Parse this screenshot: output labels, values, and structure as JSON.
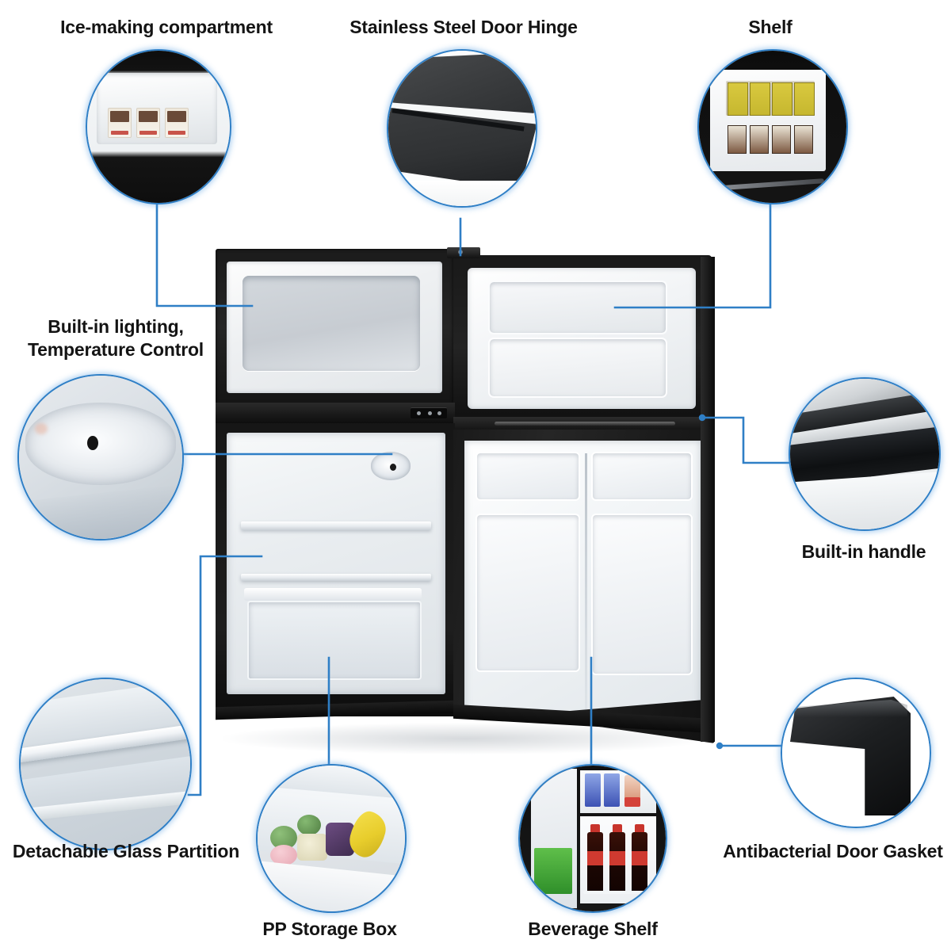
{
  "diagram": {
    "title": "Compact Refrigerator Feature Callouts",
    "accent_color": "#2f7fc6",
    "label_color": "#141414",
    "background_color": "#ffffff"
  },
  "callouts": [
    {
      "id": "ice-making-compartment",
      "label": "Ice-making compartment",
      "position": "top-left",
      "detail": "white freezer bin containing an ice cube tray with three filled cube rows"
    },
    {
      "id": "stainless-steel-door-hinge",
      "label": "Stainless Steel Door Hinge",
      "position": "top-center",
      "detail": "dark angled metal hinge bracket at the top of the door"
    },
    {
      "id": "shelf",
      "label": "Shelf",
      "position": "top-right",
      "detail": "white shelf rack holding yellow boxed items on the upper tier and small bottles below"
    },
    {
      "id": "built-in-lighting-temperature-control",
      "label": "Built-in lighting,\nTemperature Control",
      "label_line_1": "Built-in lighting,",
      "label_line_2": "Temperature Control",
      "position": "left",
      "detail": "interior light housing with thermostat control dial"
    },
    {
      "id": "built-in-handle",
      "label": "Built-in handle",
      "position": "right",
      "detail": "recessed black integrated door handle with stainless edge"
    },
    {
      "id": "detachable-glass-partition",
      "label": "Detachable Glass Partition",
      "position": "bottom-left",
      "detail": "removable clear glass shelf dividing the refrigerator cavity"
    },
    {
      "id": "pp-storage-box",
      "label": "PP Storage Box",
      "position": "bottom-center-left",
      "detail": "clear crisper drawer filled with vegetables and a banana"
    },
    {
      "id": "beverage-shelf",
      "label": "Beverage Shelf",
      "position": "bottom-center-right",
      "detail": "door shelf holding three cola bottles with a retaining bar and cans below"
    },
    {
      "id": "antibacterial-door-gasket",
      "label": "Antibacterial Door Gasket",
      "position": "bottom-right",
      "detail": "black L-shaped rubber door seal corner"
    }
  ],
  "product": {
    "name": "two-door compact refrigerator",
    "doors": [
      {
        "id": "freezer-door",
        "state": "open",
        "position": "upper-left"
      },
      {
        "id": "fridge-door",
        "state": "open",
        "position": "lower-right"
      }
    ],
    "compartments": [
      {
        "id": "freezer-compartment",
        "position": "upper"
      },
      {
        "id": "fridge-compartment",
        "position": "lower"
      }
    ]
  }
}
